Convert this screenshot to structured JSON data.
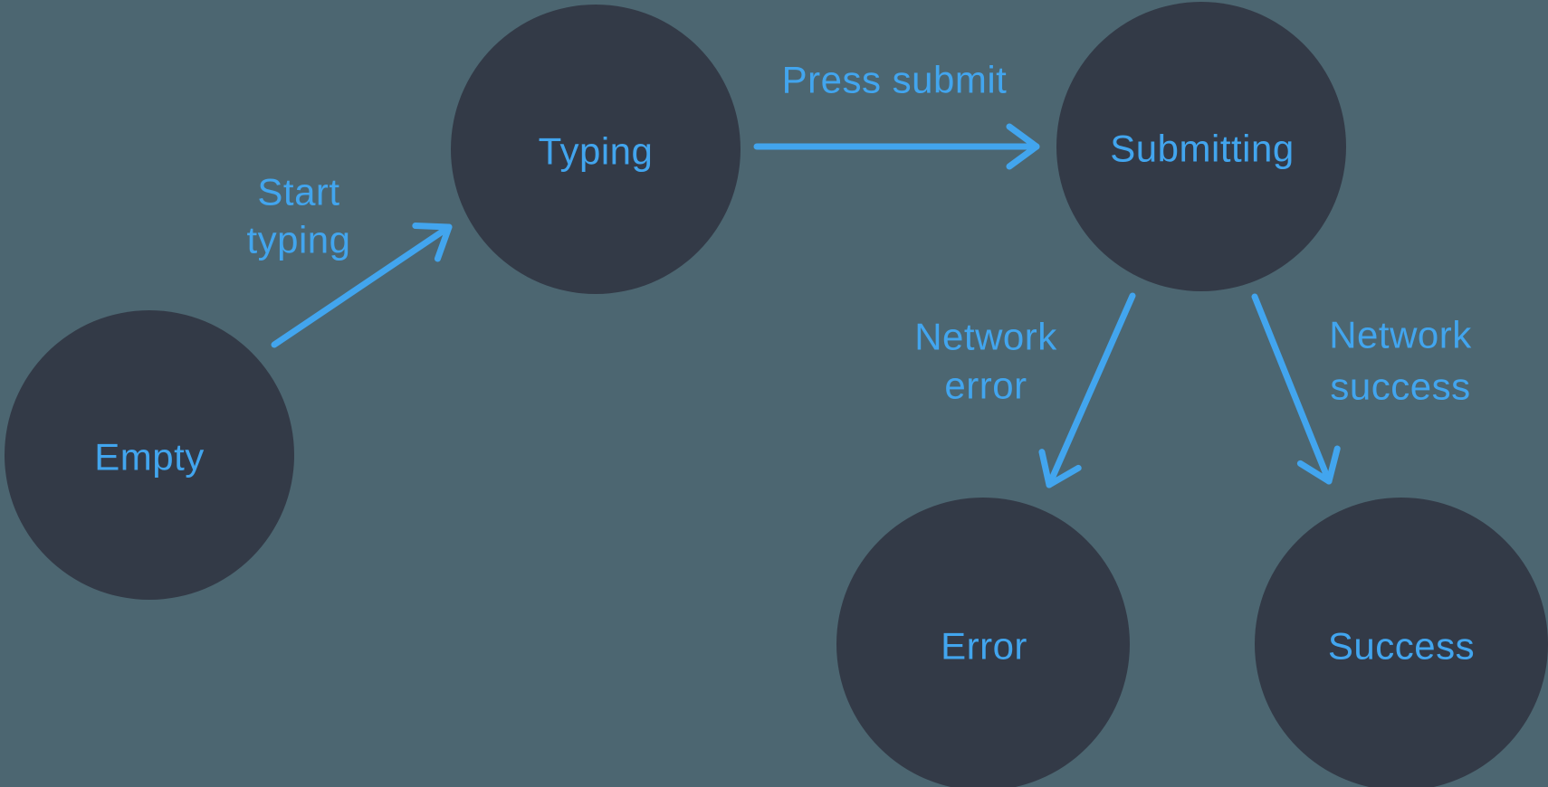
{
  "diagram": {
    "type": "state-machine",
    "background_color": "#4C6671",
    "node_color": "#333A47",
    "accent_color": "#42A5EE",
    "states": [
      {
        "id": "empty",
        "label": "Empty"
      },
      {
        "id": "typing",
        "label": "Typing"
      },
      {
        "id": "submitting",
        "label": "Submitting"
      },
      {
        "id": "error",
        "label": "Error"
      },
      {
        "id": "success",
        "label": "Success"
      }
    ],
    "transitions": [
      {
        "from": "empty",
        "to": "typing",
        "label": "Start typing",
        "label_lines": [
          "Start",
          "typing"
        ]
      },
      {
        "from": "typing",
        "to": "submitting",
        "label": "Press submit",
        "label_lines": [
          "Press submit"
        ]
      },
      {
        "from": "submitting",
        "to": "error",
        "label": "Network error",
        "label_lines": [
          "Network",
          "error"
        ]
      },
      {
        "from": "submitting",
        "to": "success",
        "label": "Network success",
        "label_lines": [
          "Network",
          "success"
        ]
      }
    ]
  }
}
